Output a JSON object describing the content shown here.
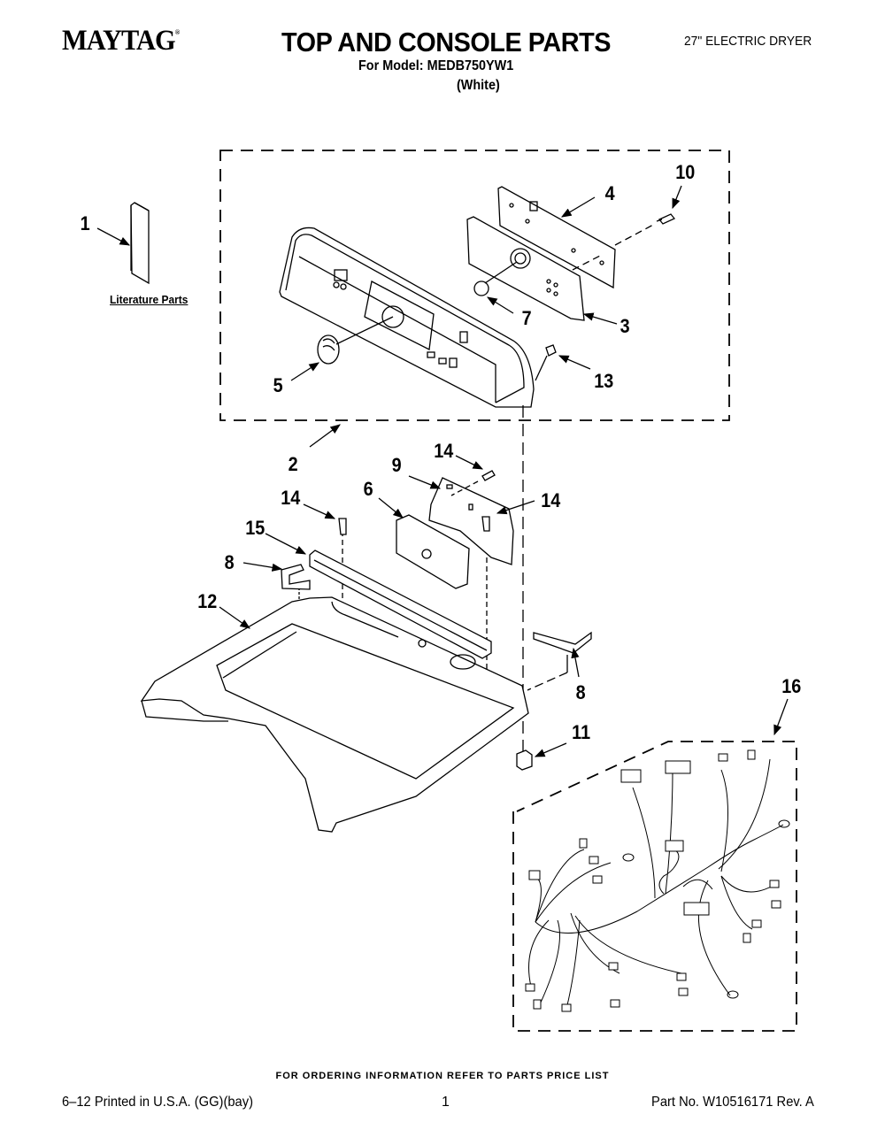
{
  "header": {
    "brand": "MAYTAG",
    "brand_mark": "®",
    "title": "TOP AND CONSOLE PARTS",
    "model_line": "For Model: MEDB750YW1",
    "color_line": "(White)",
    "product_type": "27\" ELECTRIC DRYER"
  },
  "diagram": {
    "literature_label": "Literature Parts",
    "callouts": [
      {
        "id": "c1",
        "text": "1"
      },
      {
        "id": "c2",
        "text": "2"
      },
      {
        "id": "c3",
        "text": "3"
      },
      {
        "id": "c4",
        "text": "4"
      },
      {
        "id": "c5",
        "text": "5"
      },
      {
        "id": "c6",
        "text": "6"
      },
      {
        "id": "c7",
        "text": "7"
      },
      {
        "id": "c8a",
        "text": "8"
      },
      {
        "id": "c8b",
        "text": "8"
      },
      {
        "id": "c9",
        "text": "9"
      },
      {
        "id": "c10",
        "text": "10"
      },
      {
        "id": "c11",
        "text": "11"
      },
      {
        "id": "c12",
        "text": "12"
      },
      {
        "id": "c13",
        "text": "13"
      },
      {
        "id": "c14a",
        "text": "14"
      },
      {
        "id": "c14b",
        "text": "14"
      },
      {
        "id": "c14c",
        "text": "14"
      },
      {
        "id": "c15",
        "text": "15"
      },
      {
        "id": "c16",
        "text": "16"
      }
    ]
  },
  "footer": {
    "ordering_note": "FOR ORDERING INFORMATION REFER TO PARTS PRICE LIST",
    "printed": "6–12 Printed in U.S.A. (GG)(bay)",
    "page_number": "1",
    "part_number": "Part No. W10516171 Rev. A"
  }
}
